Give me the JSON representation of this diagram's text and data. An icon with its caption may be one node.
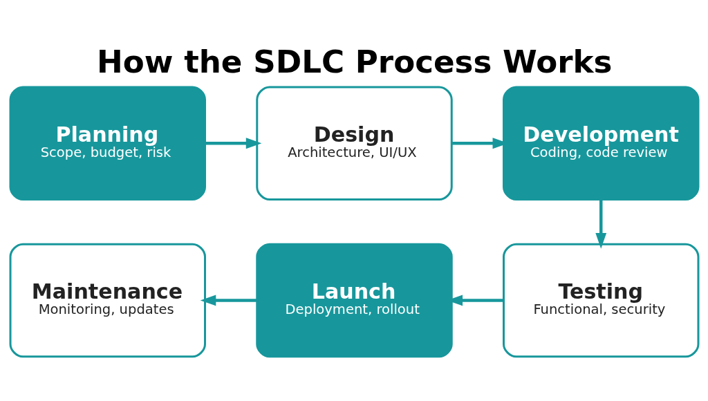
{
  "diagram": {
    "title": "How the SDLC Process Works",
    "nodes": [
      {
        "text": [
          "Planning",
          "Scope, budget, risk"
        ]
      },
      {
        "text": [
          "Design",
          "Architecture, UI/UX"
        ]
      },
      {
        "text": [
          "Development",
          "Coding, code review"
        ]
      },
      {
        "text": [
          "Maintenance",
          "Monitoring, updates"
        ]
      },
      {
        "text": [
          "Launch",
          "Deployment, rollout"
        ]
      },
      {
        "text": [
          "Testing",
          "Functional, security"
        ]
      }
    ],
    "edges": [
      {
        "from": 0,
        "to": 1,
        "arrow": "to"
      },
      {
        "from": 1,
        "to": 2,
        "arrow": "to"
      },
      {
        "from": 2,
        "to": 5,
        "arrow": "to"
      },
      {
        "from": 5,
        "to": 4,
        "arrow": "to"
      },
      {
        "from": 4,
        "to": 3,
        "arrow": "to"
      }
    ]
  }
}
